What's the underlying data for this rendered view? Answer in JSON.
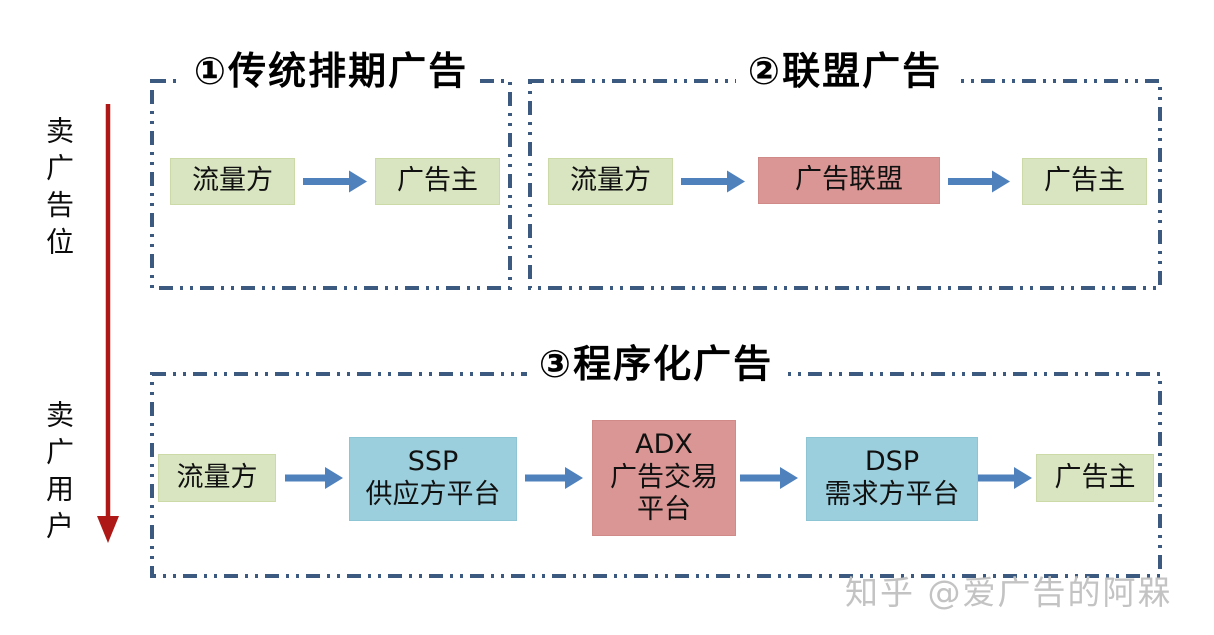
{
  "diagram": {
    "left_axis": {
      "top_label": "卖广告位",
      "bottom_label": "卖广用户"
    },
    "panels": [
      {
        "title": "①传统排期广告",
        "nodes": [
          {
            "label": "流量方",
            "color": "green"
          },
          {
            "label": "广告主",
            "color": "green"
          }
        ]
      },
      {
        "title": "②联盟广告",
        "nodes": [
          {
            "label": "流量方",
            "color": "green"
          },
          {
            "label": "广告联盟",
            "color": "red"
          },
          {
            "label": "广告主",
            "color": "green"
          }
        ]
      },
      {
        "title": "③程序化广告",
        "nodes": [
          {
            "label": "流量方",
            "color": "green"
          },
          {
            "label": "SSP\n供应方平台",
            "color": "blue"
          },
          {
            "label": "ADX\n广告交易\n平台",
            "color": "red"
          },
          {
            "label": "DSP\n需求方平台",
            "color": "blue"
          },
          {
            "label": "广告主",
            "color": "green"
          }
        ]
      }
    ],
    "watermark": "知乎 @爱广告的阿槑",
    "colors": {
      "panel_border": "#3c5a80",
      "flow_arrow": "#4f81bd",
      "axis_arrow": "#ae1917",
      "node_green": "#d9e5c1",
      "node_red": "#d99694",
      "node_blue": "#9ccfdd",
      "watermark": "#c3c3c3"
    }
  }
}
